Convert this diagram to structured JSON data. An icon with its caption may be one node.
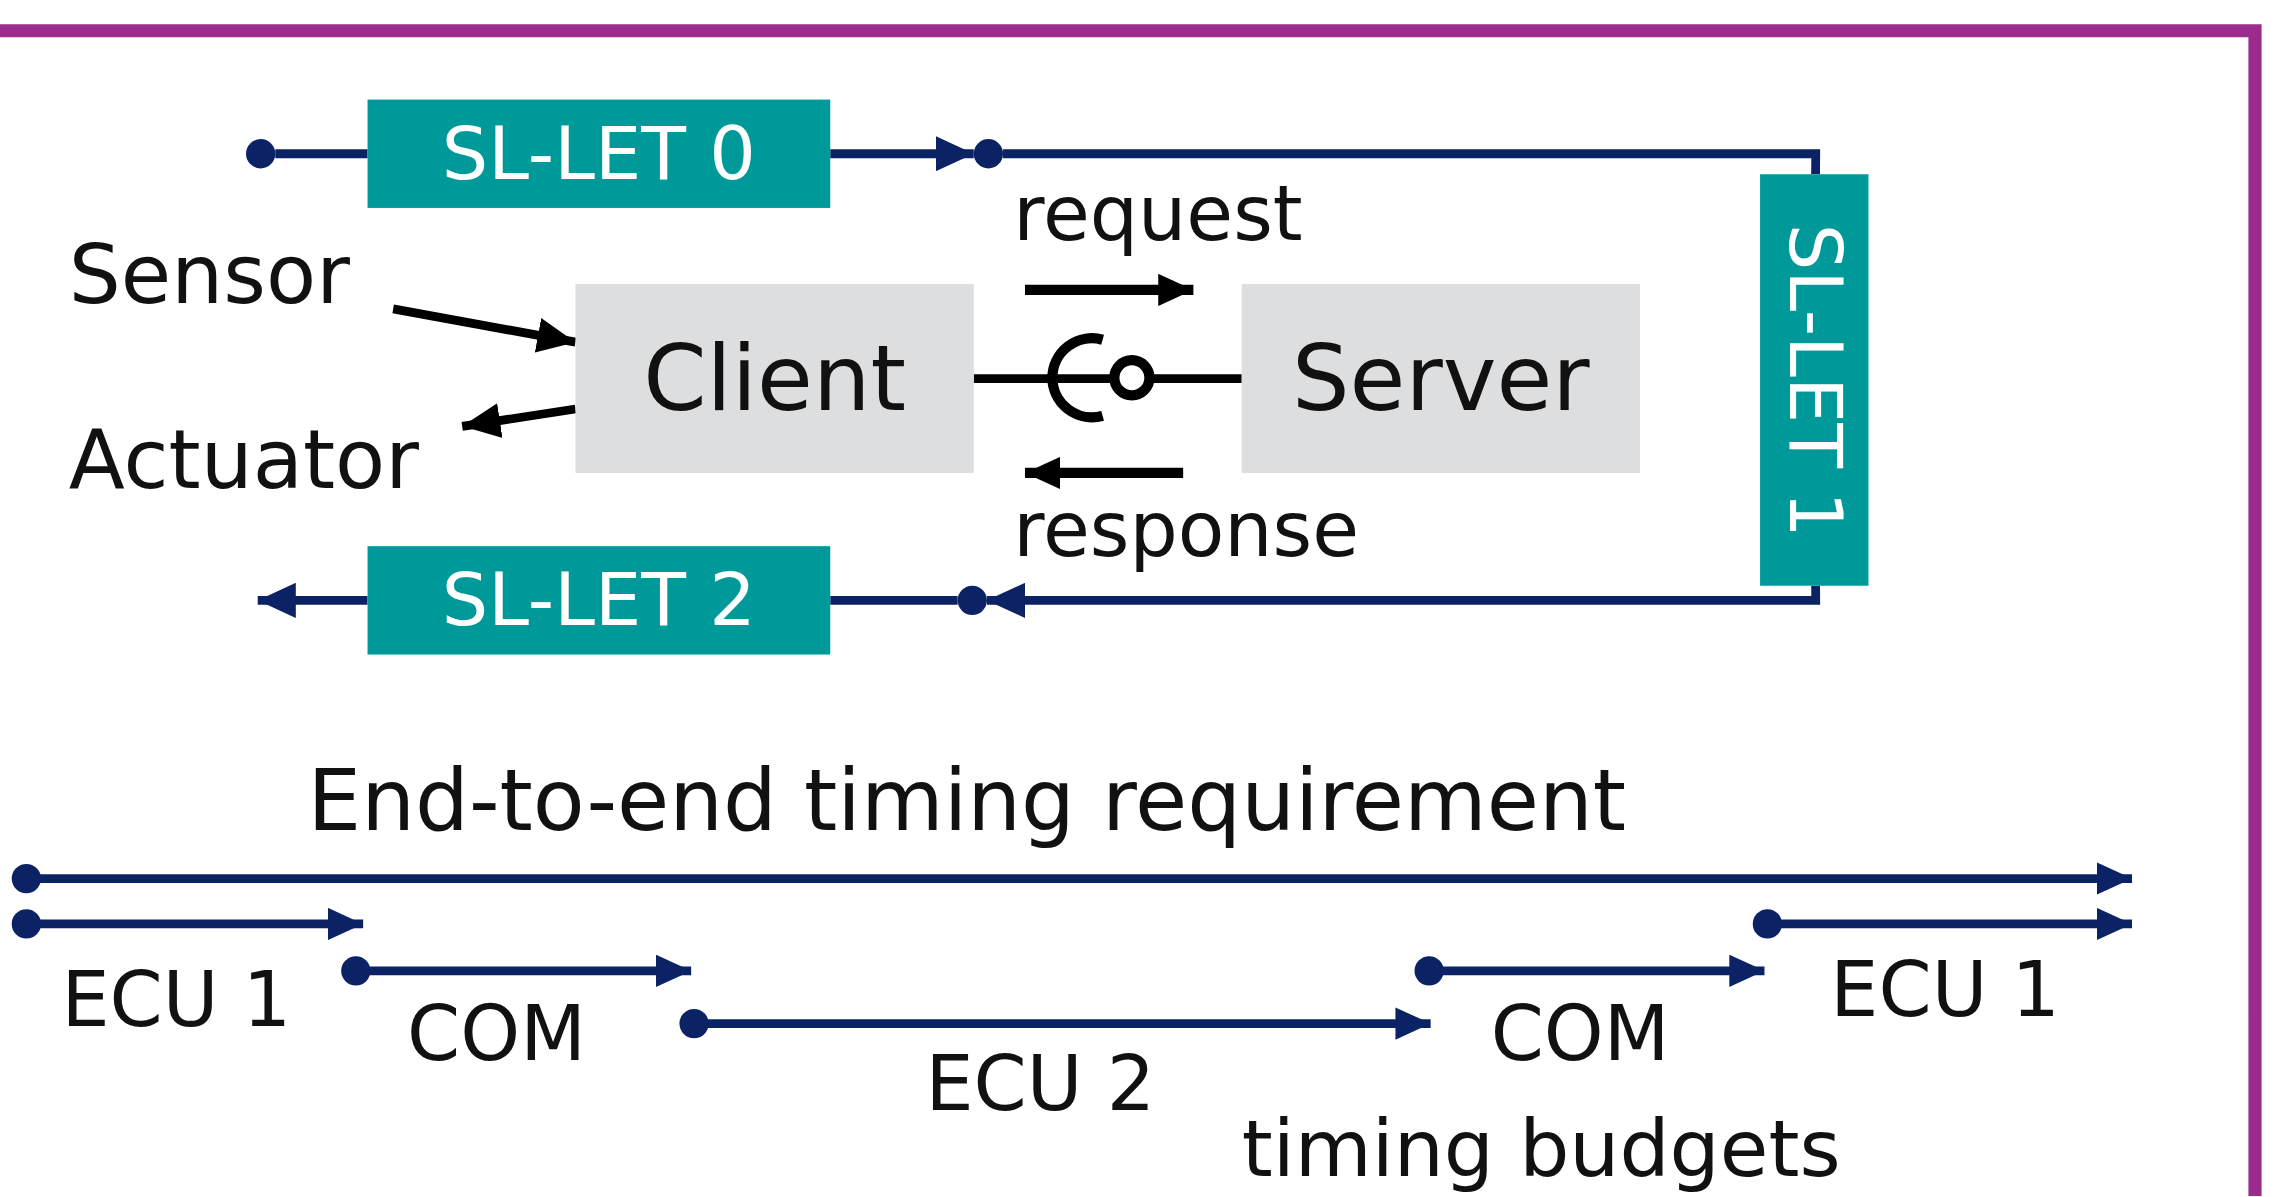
{
  "diagram": {
    "nodes": [
      {
        "text": [],
        "shape": "circle"
      },
      {
        "text": [
          "SL-LET 0"
        ]
      },
      {
        "text": [],
        "shape": "circle"
      },
      {
        "text": [
          "SL-LET 1"
        ]
      },
      {
        "text": [
          "Sensor"
        ]
      },
      {
        "text": [
          "Client"
        ]
      },
      {
        "text": [
          "Server"
        ]
      },
      {
        "text": [
          "Actuator"
        ]
      },
      {
        "text": [
          "SL-LET 2"
        ]
      },
      {
        "text": [],
        "shape": "circle"
      }
    ],
    "edges": [
      {
        "from": 0,
        "to": 1,
        "arrow": "none"
      },
      {
        "from": 1,
        "to": 2,
        "arrow": "to"
      },
      {
        "from": 2,
        "to": 3,
        "arrow": "none"
      },
      {
        "from": 3,
        "to": 9,
        "arrow": "to"
      },
      {
        "from": 9,
        "to": 8,
        "arrow": "none"
      },
      {
        "from": 8,
        "to": null,
        "arrow": "to"
      },
      {
        "from": 4,
        "to": 5,
        "arrow": "to",
        "color": "#000000"
      },
      {
        "from": 5,
        "to": 7,
        "arrow": "to",
        "color": "#000000"
      },
      {
        "from": 5,
        "to": 6,
        "arrow": "none",
        "color": "#000000"
      }
    ],
    "labels": [
      "request",
      "response",
      "End-to-end timing requirement",
      "ECU 1",
      "COM",
      "ECU 2",
      "COM",
      "ECU 1",
      "timing budgets"
    ]
  }
}
